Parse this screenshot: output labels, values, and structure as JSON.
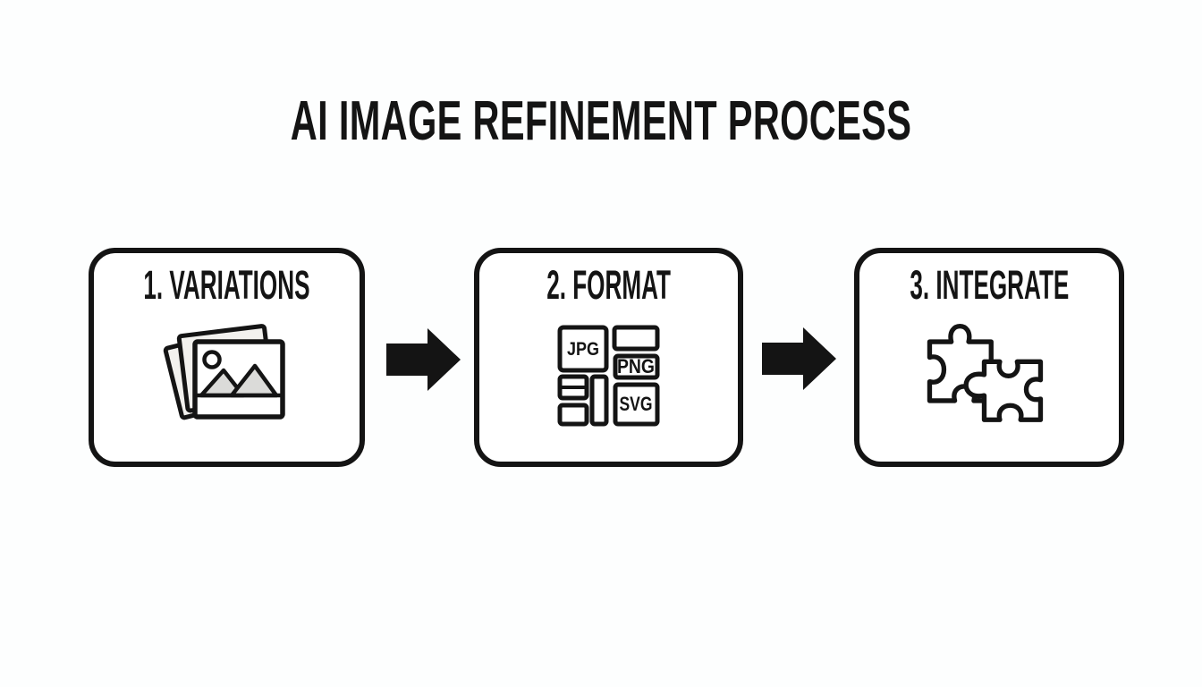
{
  "title": "AI IMAGE REFINEMENT PROCESS",
  "steps": [
    {
      "label": "1. VARIATIONS",
      "icon": "photo-stack-icon"
    },
    {
      "label": "2. FORMAT",
      "icon": "format-tiles-icon",
      "formats": [
        "JPG",
        "PNG",
        "SVG"
      ]
    },
    {
      "label": "3. INTEGRATE",
      "icon": "puzzle-pieces-icon"
    }
  ],
  "arrow_icon": "right-arrow-icon",
  "colors": {
    "ink": "#141414",
    "background": "#fdfefe",
    "photo_back_fill": "#f2f1ee",
    "mountain_fill": "#dbdbd9"
  }
}
